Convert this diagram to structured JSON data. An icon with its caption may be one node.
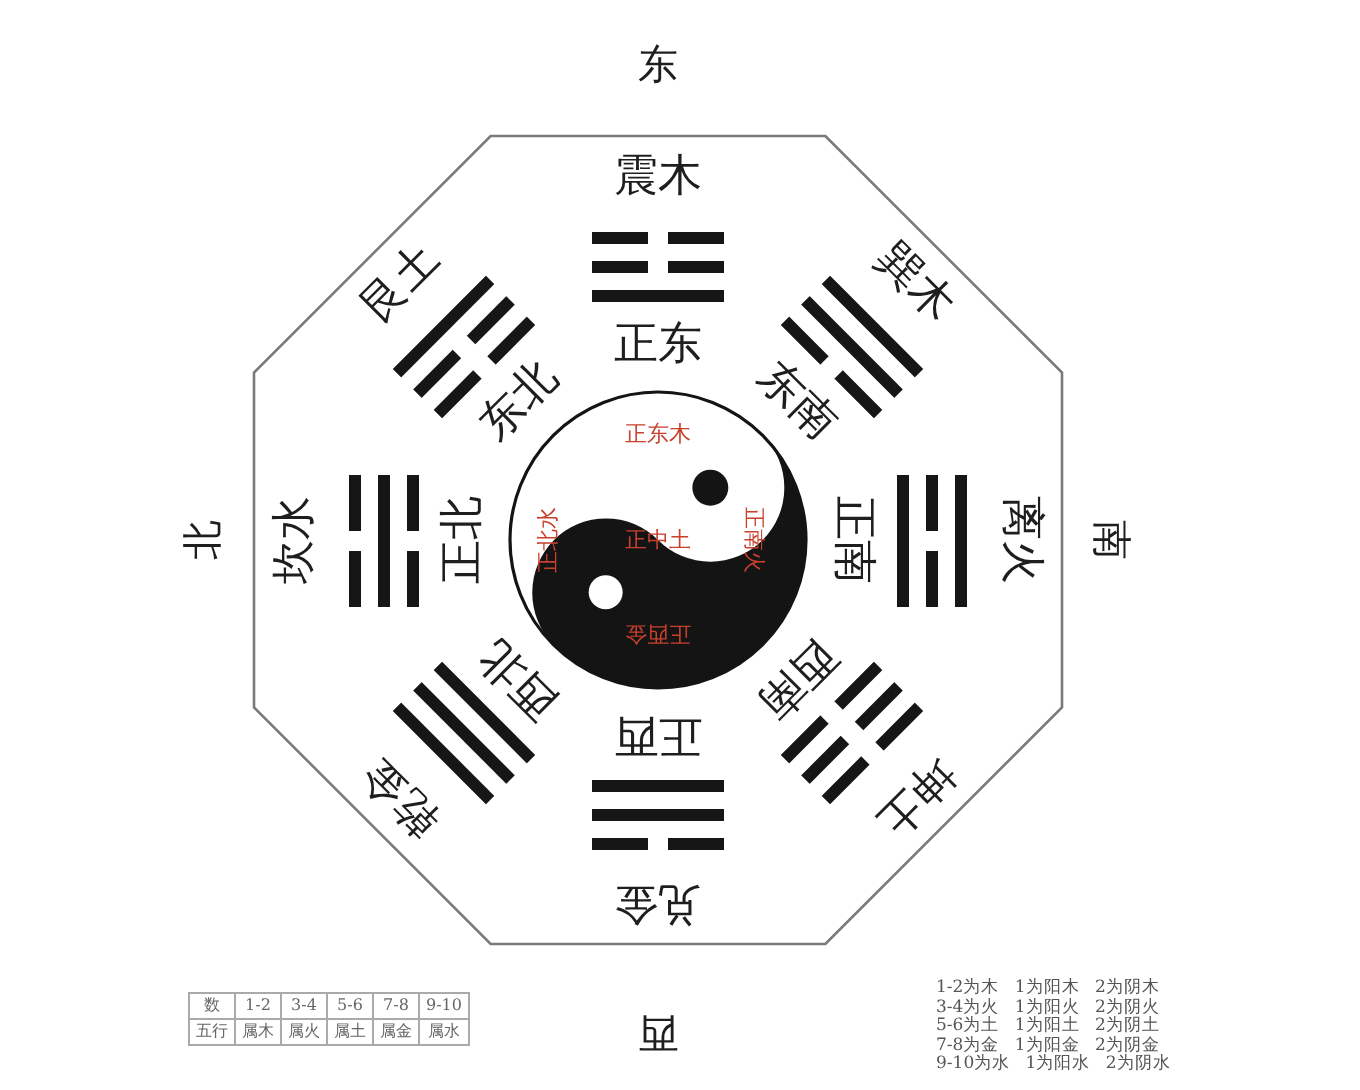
{
  "diagram": {
    "nodes": [
      {
        "text": [
          "震木",
          "正东",
          "巽木",
          "东南",
          "离火",
          "正南",
          "坤土",
          "西南",
          "兑金",
          "正西",
          "乾金",
          "西北",
          "坎水",
          "正北",
          "艮土",
          "东北"
        ]
      },
      {
        "text": [
          "正东木",
          "正北水",
          "正中土",
          "正南火",
          "正西金"
        ],
        "in": 0
      }
    ],
    "labels": [
      "东",
      "北",
      "南",
      "西",
      "数",
      "1-2",
      "3-4",
      "5-6",
      "7-8",
      "9-10",
      "五行",
      "属木",
      "属火",
      "属土",
      "属金",
      "属水",
      "1-2为木 1为阳木 2为阴木",
      "3-4为火 1为阳火 2为阴火",
      "5-6为土 1为阳土 2为阴土",
      "7-8为金 1为阳金 2为阴金",
      "9-10为水 1为阳水 2为阴水"
    ]
  }
}
